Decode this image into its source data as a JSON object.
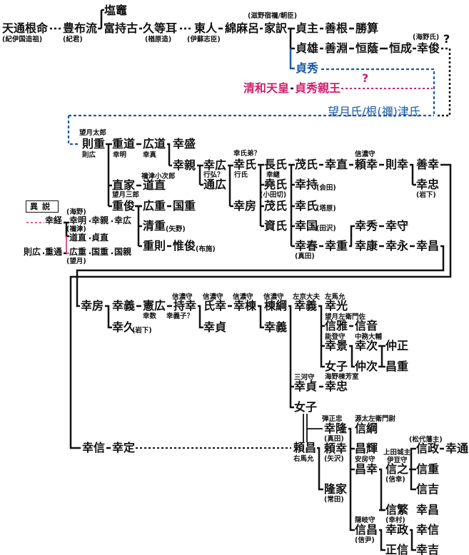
{
  "persons": [
    "天通根命",
    "豊布流",
    "塩竈",
    "富持古",
    "久等耳",
    "東人",
    "綿麻呂",
    "家訳",
    "貞主",
    "善根",
    "勝算",
    "貞雄",
    "善淵",
    "恒蔭",
    "恒成",
    "幸俊",
    "貞秀",
    "清和天皇",
    "貞秀親王",
    "則重",
    "重道",
    "広道",
    "幸盛",
    "幸親",
    "幸広",
    "通広",
    "直家",
    "道直",
    "重俊",
    "広重",
    "国重",
    "清重",
    "重則",
    "惟俊",
    "幸氏",
    "幸房",
    "長氏",
    "堯氏",
    "茂氏",
    "資氏",
    "茂氏",
    "幸直",
    "頼幸",
    "則幸",
    "善幸",
    "幸忠",
    "幸持",
    "幸氏",
    "幸国",
    "幸春",
    "幸重",
    "幸秀",
    "幸守",
    "幸康",
    "幸永",
    "幸昌",
    "幸房",
    "幸義",
    "幸久",
    "憲広",
    "持幸",
    "氏幸",
    "幸貞",
    "幸棟",
    "棟綱",
    "幸義",
    "幸義",
    "幸光",
    "信雅",
    "信音",
    "幸景",
    "幸次",
    "仲正",
    "女子",
    "仲次",
    "昌重",
    "幸貞",
    "幸忠",
    "女子",
    "幸信",
    "幸定",
    "頼昌",
    "幸隆",
    "信綱",
    "頼幸",
    "隆家",
    "昌輝",
    "昌幸",
    "信之",
    "信政",
    "幸通",
    "信重",
    "信吉",
    "信繁",
    "幸昌",
    "信昌",
    "幸政",
    "幸信",
    "正信",
    "幸吉"
  ],
  "notes": [
    "(紀伊国造祖)",
    "(紀君)",
    "(楢原造)",
    "(伊蘇志臣)",
    "(滋野宿禰/朝臣)",
    "(海野氏)",
    "?",
    "?",
    "望月氏/根(禰)津氏",
    "望月太郎",
    "則広",
    "幸明",
    "幸真",
    "行弘？",
    "禰津小次郎",
    "望月三郎",
    "(矢野)",
    "(布施)",
    "幸氏弟？",
    "行氏",
    "幸継",
    "(小田切)",
    "信濃守",
    "(岩下)",
    "(会田)",
    "(塔原)",
    "(田沢)",
    "(真田)",
    "(岩下)",
    "幸数",
    "信濃守",
    "幸義子？",
    "信濃守",
    "信濃守",
    "信濃守",
    "左京大夫",
    "左馬允",
    "望月左衛門佐",
    "能登守",
    "中務大輔",
    "海野棟芳室",
    "三河守",
    "右馬允",
    "弾正忠",
    "(真田)",
    "源太左衛門尉",
    "(矢沢)",
    "(常田)",
    "安房守",
    "上田城主",
    "伊豆守",
    "(信幸)",
    "(松代藩主)",
    "(幸村)",
    "隠岐守",
    "(信尹)"
  ],
  "alt": {
    "title": "異説",
    "names": [
      "幸経",
      "幸明",
      "幸親",
      "幸広",
      "道直",
      "貞直",
      "則広",
      "重通",
      "広重",
      "国重",
      "国親"
    ],
    "notes": [
      "(海野)",
      "(禰津)",
      "(望月)"
    ]
  },
  "colors": {
    "line": "#111111",
    "blue": "#1a5aa6",
    "pink": "#d0206e"
  }
}
